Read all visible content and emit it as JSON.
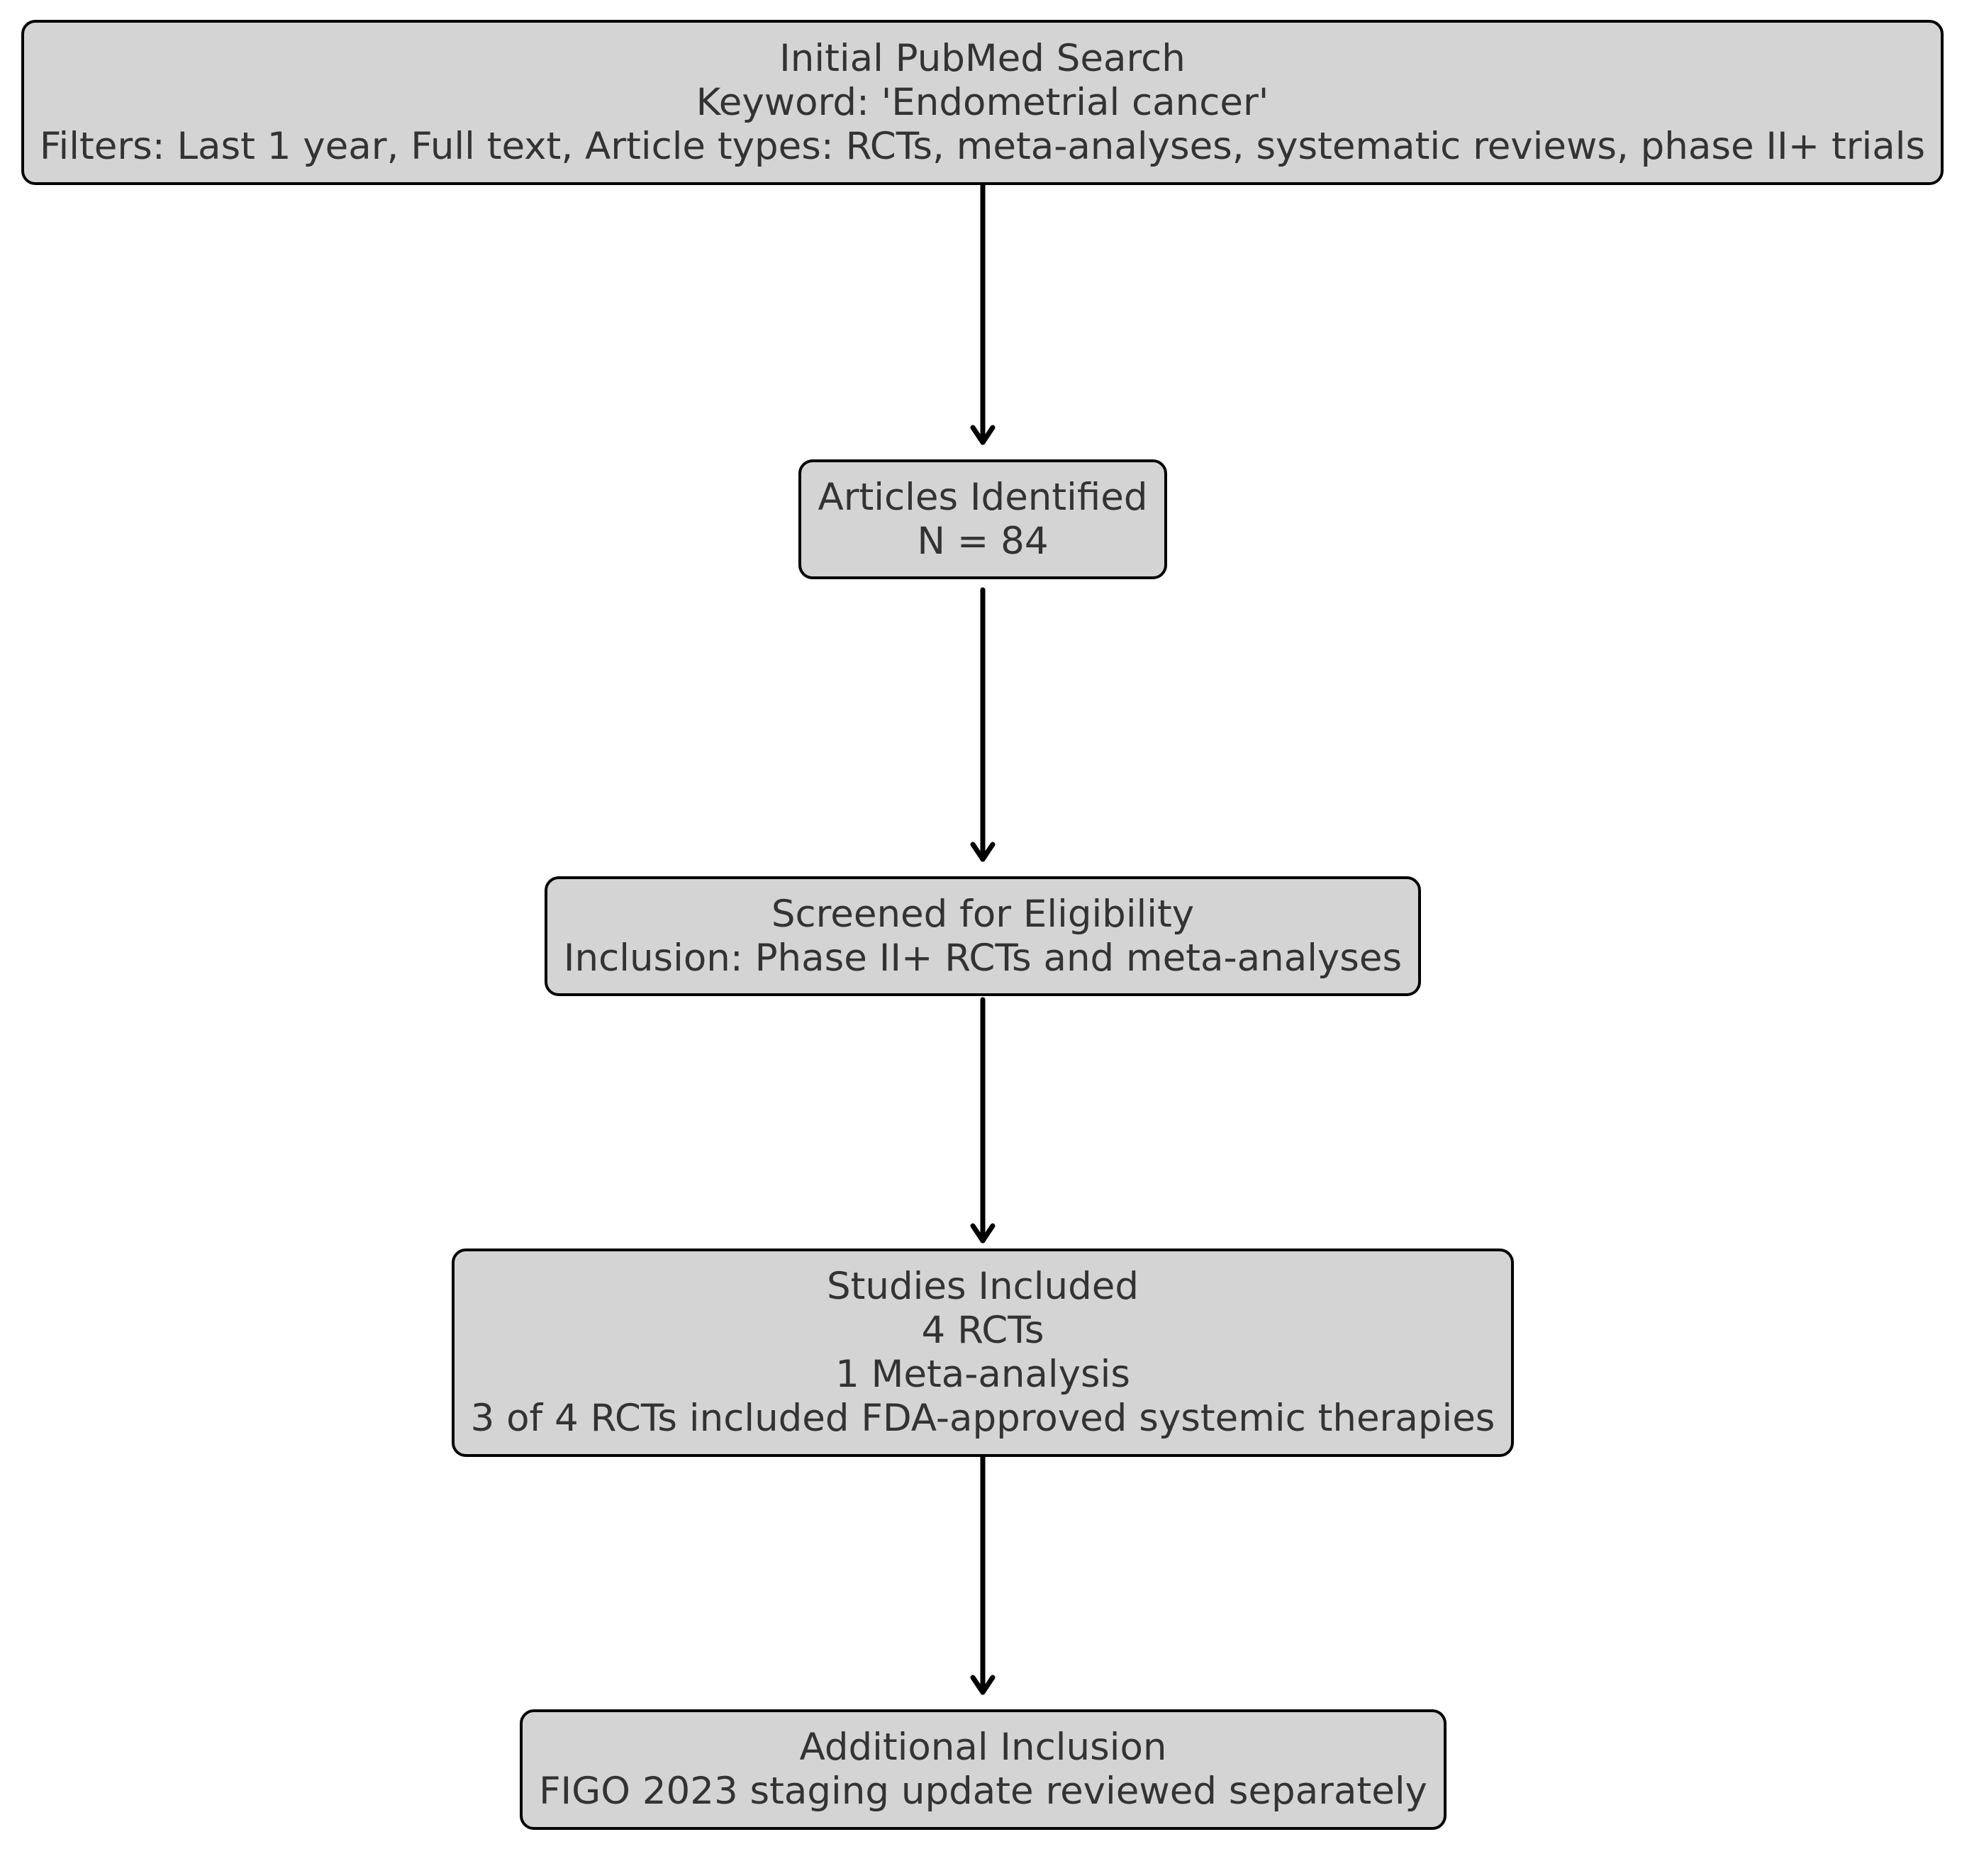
{
  "nodes": [
    {
      "id": "initial-search",
      "lines": [
        "Initial PubMed Search",
        "Keyword: 'Endometrial cancer'",
        "Filters: Last 1 year, Full text, Article types: RCTs, meta-analyses, systematic reviews, phase II+ trials"
      ]
    },
    {
      "id": "articles-identified",
      "lines": [
        "Articles Identified",
        "N = 84"
      ]
    },
    {
      "id": "screened",
      "lines": [
        "Screened for Eligibility",
        "Inclusion: Phase II+ RCTs and meta-analyses"
      ]
    },
    {
      "id": "studies-included",
      "lines": [
        "Studies Included",
        "4 RCTs",
        "1 Meta-analysis",
        "3 of 4 RCTs included FDA-approved systemic therapies"
      ]
    },
    {
      "id": "additional-inclusion",
      "lines": [
        "Additional Inclusion",
        "FIGO 2023 staging update reviewed separately"
      ]
    }
  ],
  "edges": [
    {
      "from": "initial-search",
      "to": "articles-identified"
    },
    {
      "from": "articles-identified",
      "to": "screened"
    },
    {
      "from": "screened",
      "to": "studies-included"
    },
    {
      "from": "studies-included",
      "to": "additional-inclusion"
    }
  ],
  "colors": {
    "box_fill": "#d4d4d4",
    "box_border": "#000000",
    "text": "#333333",
    "arrow": "#000000"
  }
}
